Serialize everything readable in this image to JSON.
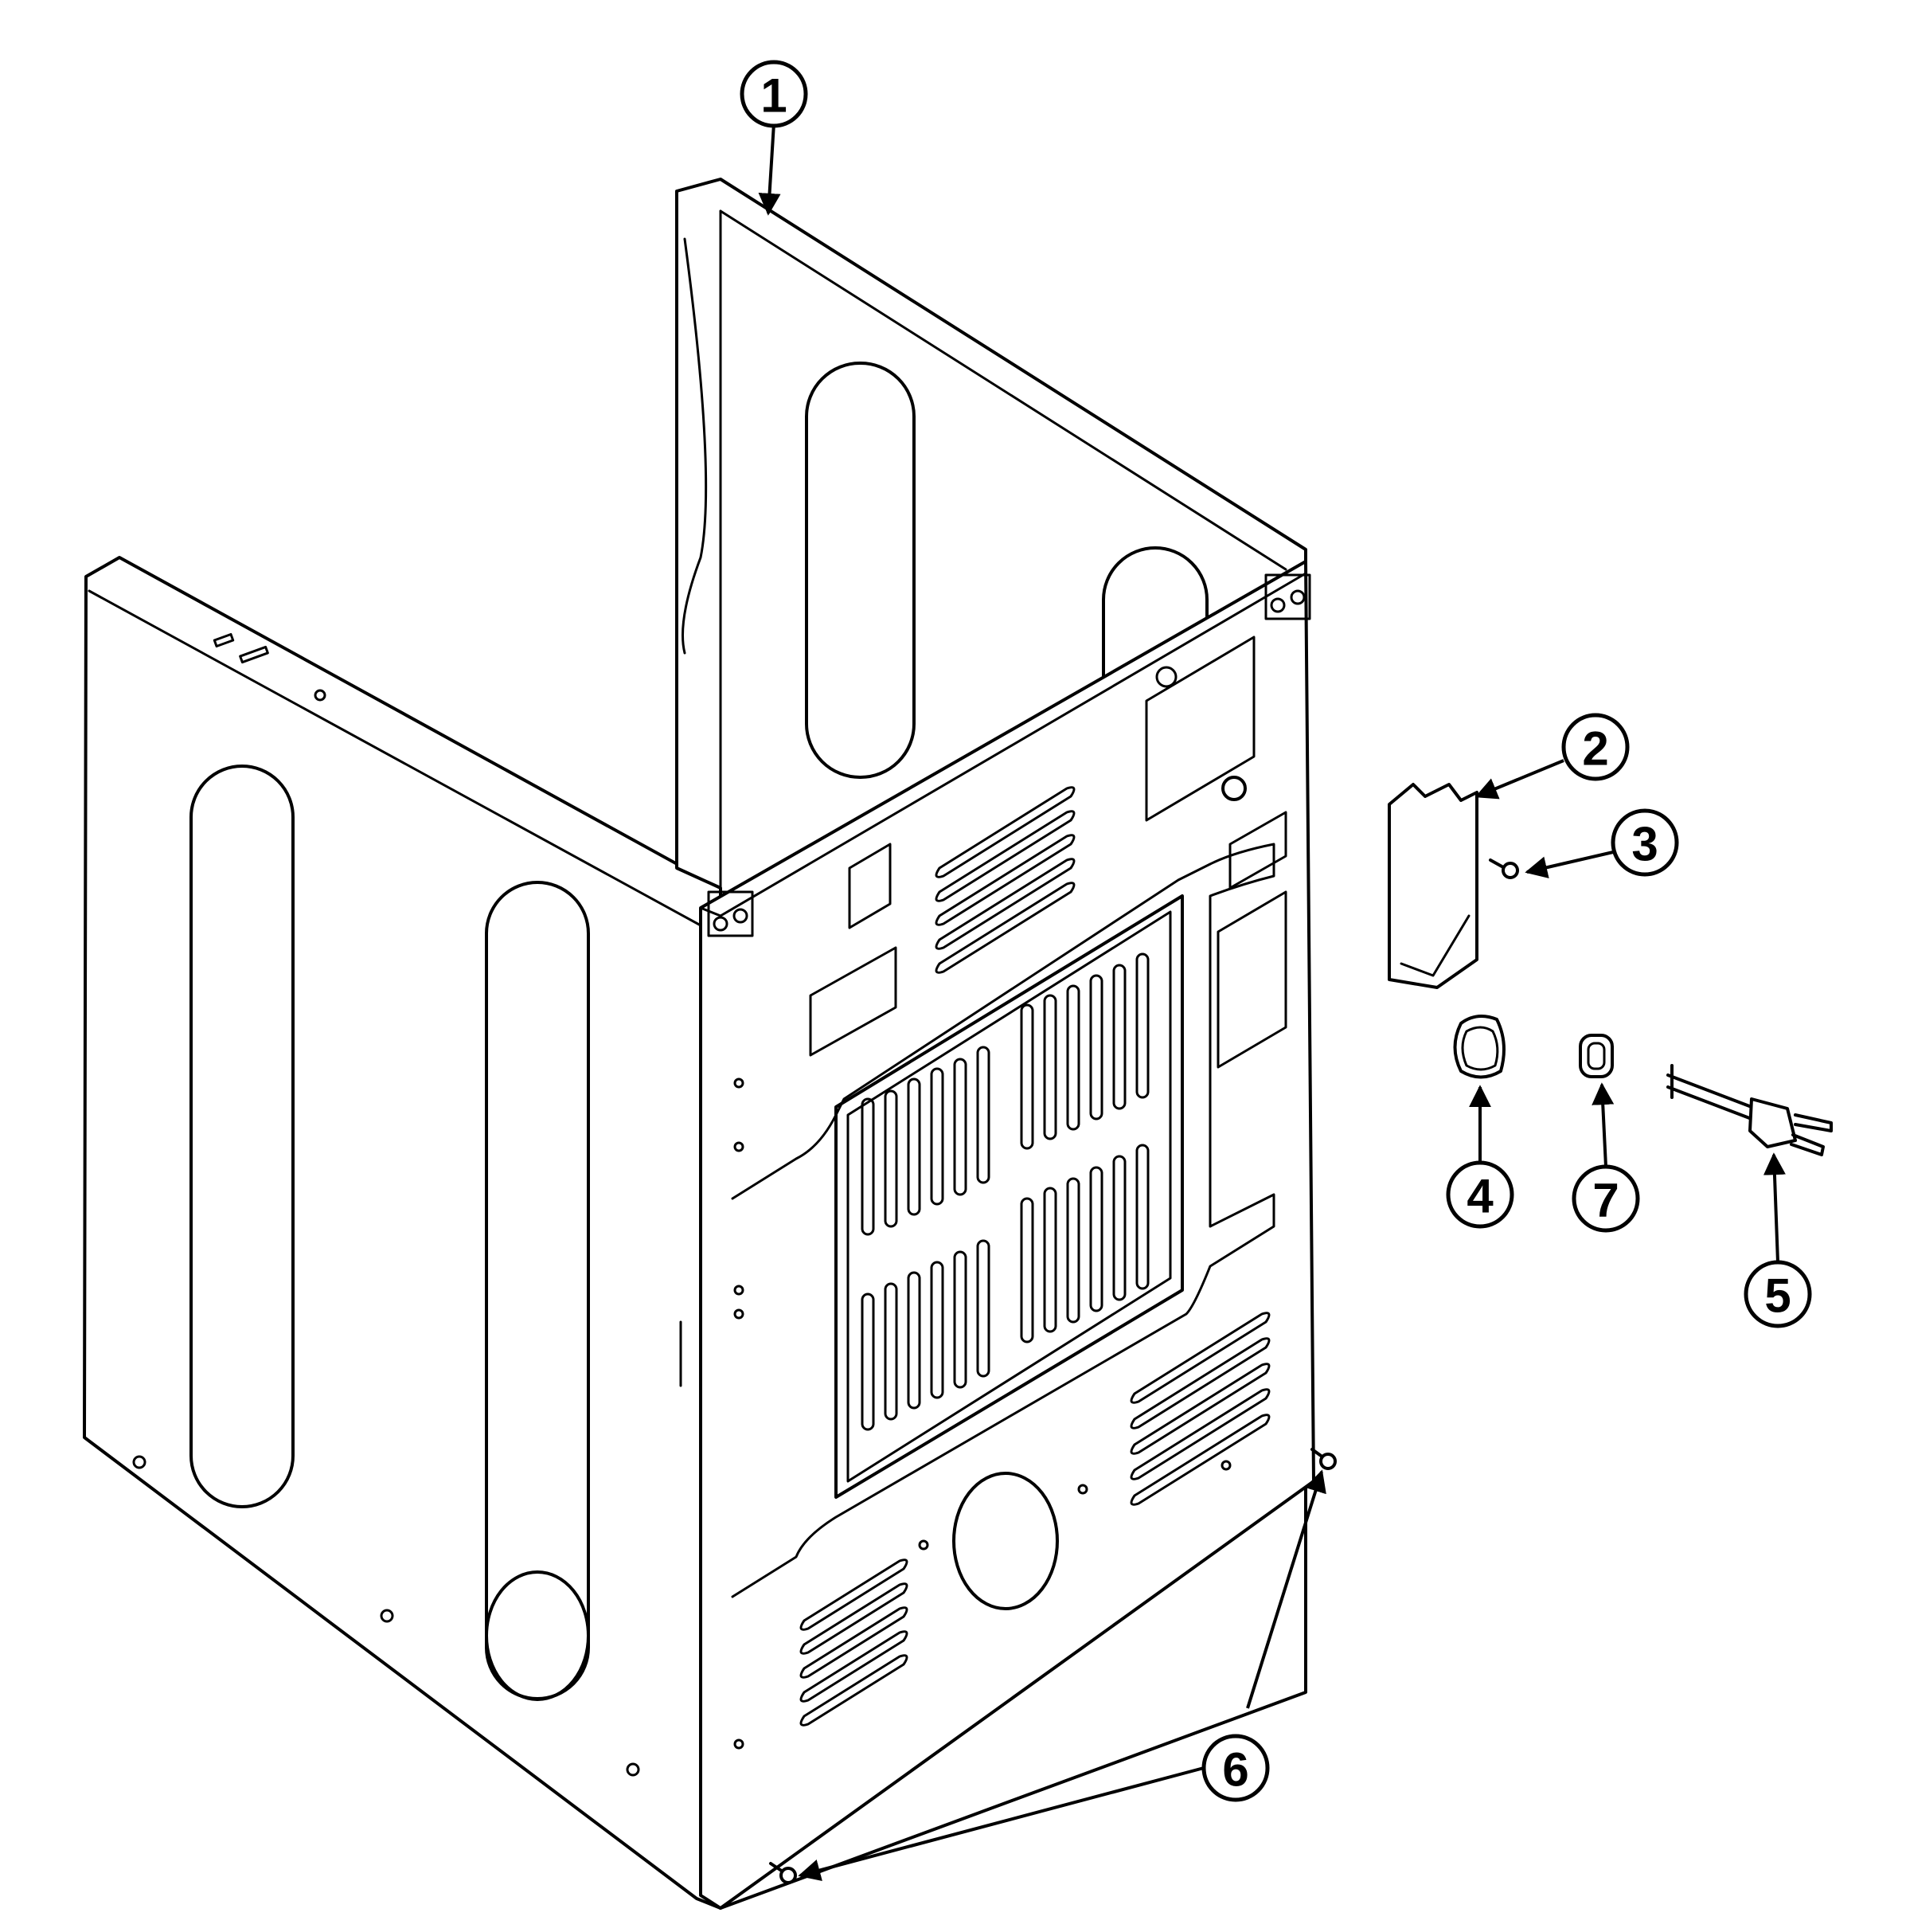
{
  "callouts": [
    {
      "label": "1",
      "part": "cabinet"
    },
    {
      "label": "2",
      "part": "terminal-block-cover"
    },
    {
      "label": "3",
      "part": "screw"
    },
    {
      "label": "4",
      "part": "strain-relief-ring"
    },
    {
      "label": "5",
      "part": "power-cord"
    },
    {
      "label": "6",
      "part": "leveling-screw"
    },
    {
      "label": "7",
      "part": "grommet"
    }
  ]
}
